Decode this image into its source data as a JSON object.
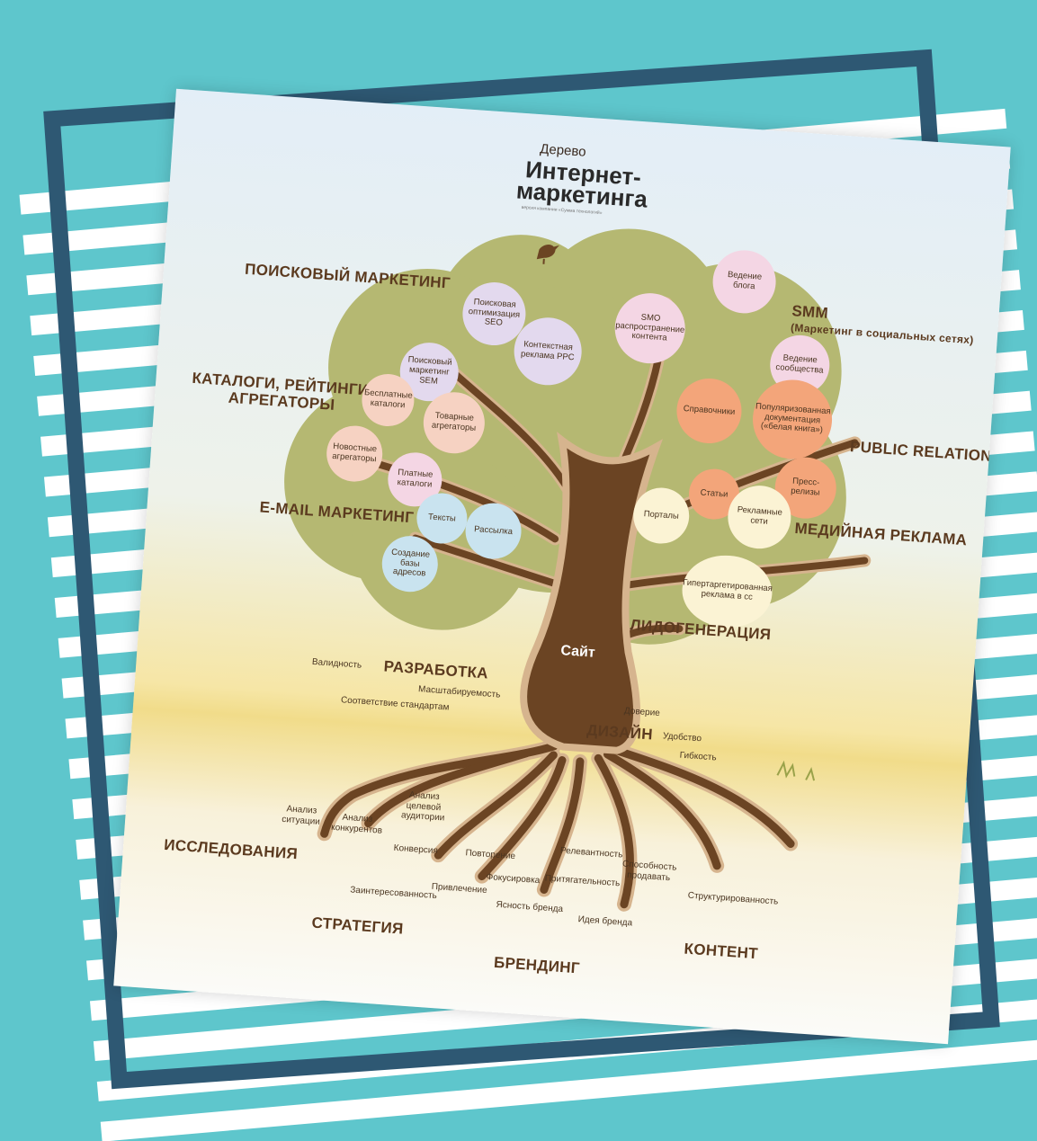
{
  "colors": {
    "background": "#5ec6cc",
    "frame": "#2e5873",
    "stripes": "#ffffff",
    "crown": "#b5b872",
    "trunk": "#6b4423",
    "trunk_outline": "#d6b48e",
    "leaf_purple": "#e3d9ee",
    "leaf_pink": "#f4d6e4",
    "leaf_peach": "#f6d2c2",
    "leaf_orange": "#f3a57a",
    "leaf_blue": "#c9e3ef",
    "leaf_cream": "#fbf3d4"
  },
  "title": {
    "small": "Дерево",
    "line1": "Интернет-",
    "line2": "маркетинга",
    "subtitle": "версия компании «Сумма технологий»"
  },
  "trunk_label": "Сайт",
  "bird_icon": "bird-icon",
  "branches": [
    {
      "id": "search",
      "label": "ПОИСКОВЫЙ МАРКЕТИНГ",
      "leaves": [
        "Поисковая оптимизация SEO",
        "Контекстная реклама PPC",
        "Поисковый маркетинг SEM"
      ]
    },
    {
      "id": "catalogs",
      "label_line1": "КАТАЛОГИ, РЕЙТИНГИ,",
      "label_line2": "АГРЕГАТОРЫ",
      "leaves": [
        "Бесплатные каталоги",
        "Товарные агрегаторы",
        "Новостные агрегаторы",
        "Платные каталоги"
      ]
    },
    {
      "id": "email",
      "label": "E-MAIL МАРКЕТИНГ",
      "leaves": [
        "Тексты",
        "Рассылка",
        "Создание базы адресов"
      ]
    },
    {
      "id": "smm",
      "label_line1": "SMM",
      "label_line2": "(Маркетинг в социальных сетях)",
      "leaves": [
        "Ведение блога",
        "SMO распространение контента",
        "Ведение сообщества"
      ]
    },
    {
      "id": "pr",
      "label": "PUBLIC RELATIONS",
      "leaves": [
        "Справочники",
        "Популяризованная документация («белая книга»)",
        "Пресс-релизы",
        "Статьи"
      ]
    },
    {
      "id": "media",
      "label": "МЕДИЙНАЯ РЕКЛАМА",
      "leaves": [
        "Порталы",
        "Рекламные сети",
        "Гипертаргетированная реклама в сс"
      ]
    },
    {
      "id": "leadgen",
      "label": "ЛИДОГЕНЕРАЦИЯ",
      "leaves": []
    }
  ],
  "trunk_sections": [
    {
      "id": "dev",
      "label": "РАЗРАБОТКА",
      "items": [
        "Валидность",
        "Масштабируемость",
        "Соответствие стандартам"
      ]
    },
    {
      "id": "design",
      "label": "ДИЗАЙН",
      "items": [
        "Доверие",
        "Удобство",
        "Гибкость"
      ]
    }
  ],
  "roots": [
    {
      "id": "research",
      "label": "ИССЛЕДОВАНИЯ",
      "items": [
        "Анализ ситуации",
        "Анализ конкурентов",
        "Анализ целевой аудитории"
      ]
    },
    {
      "id": "strategy",
      "label": "СТРАТЕГИЯ",
      "items": [
        "Конверсия",
        "Привлечение",
        "Заинтересованность"
      ]
    },
    {
      "id": "branding",
      "label": "БРЕНДИНГ",
      "items": [
        "Повторение",
        "Фокусировка",
        "Притягательность",
        "Ясность бренда",
        "Идея бренда"
      ]
    },
    {
      "id": "content",
      "label": "КОНТЕНТ",
      "items": [
        "Релевантность",
        "Способность продавать",
        "Структурированность"
      ]
    }
  ]
}
